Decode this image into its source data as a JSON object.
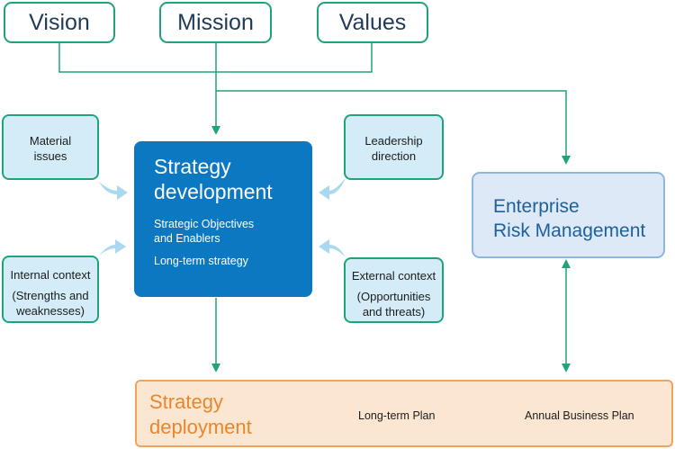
{
  "top": {
    "vision": "Vision",
    "mission": "Mission",
    "values": "Values"
  },
  "inputs": {
    "material_issues": {
      "line1": "Material",
      "line2": "issues"
    },
    "leadership": {
      "line1": "Leadership",
      "line2": "direction"
    },
    "internal": {
      "title": "Internal context",
      "line1": "(Strengths and",
      "line2": "weaknesses)"
    },
    "external": {
      "title": "External context",
      "line1": "(Opportunities",
      "line2": "and threats)"
    }
  },
  "strategy_development": {
    "title1": "Strategy",
    "title2": "development",
    "sub1": "Strategic Objectives",
    "sub2": "and Enablers",
    "sub3": "Long-term strategy"
  },
  "erm": {
    "line1": "Enterprise",
    "line2": "Risk Management"
  },
  "deployment": {
    "title1": "Strategy",
    "title2": "deployment",
    "step1": "Long-term Plan",
    "step2": "Annual Business Plan"
  },
  "colors": {
    "connector_green": "#1fa37a",
    "core_blue": "#0c78c2",
    "input_fill": "#d3ecf8",
    "deploy_orange": "#f0a35c",
    "soft_arrow": "#a9d8f0"
  }
}
